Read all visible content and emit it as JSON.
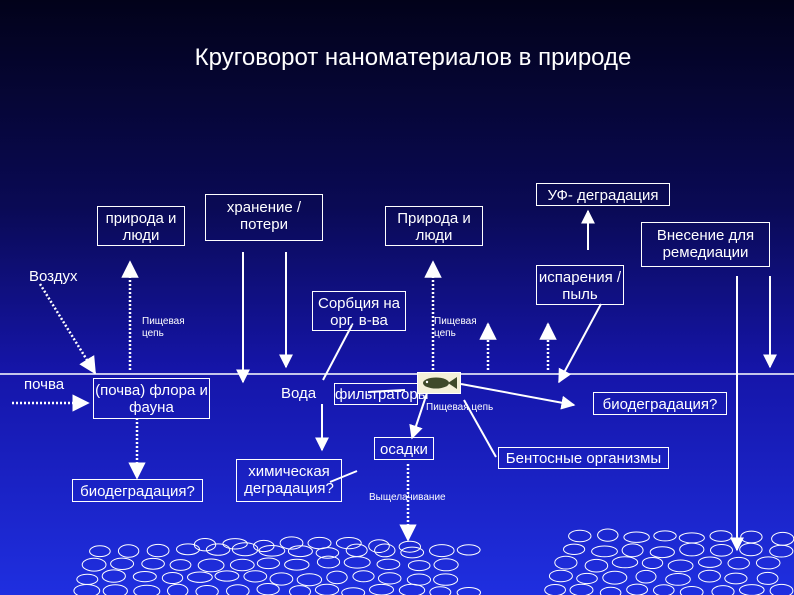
{
  "title": "Круговорот наноматериалов  в природе",
  "boxes": {
    "nature_people_1": "природа и люди",
    "storage": "хранение /потери",
    "nature_people_2": "Природа и люди",
    "uv": "УФ- деградация",
    "remediation": "Внесение для ремедиации",
    "evaporation": "испарения /пыль",
    "sorption": "Сорбция на орг. в-ва",
    "flora": "(почва) флора и фауна",
    "filtrators": "фильтраторы",
    "biodeg_right": "биодеградация?",
    "sediments": "осадки",
    "benthos": "Бентосные организмы",
    "biodeg_left": "биодеградация?",
    "chemical": "химическая деградация?"
  },
  "labels": {
    "air": "Воздух",
    "soil": "почва",
    "water": "Вода",
    "food_chain_1": "Пищевая цепь",
    "food_chain_2": "Пищевая цепь",
    "food_chain_3": "Пищевая цепь",
    "leaching": "Выщелачивание"
  }
}
